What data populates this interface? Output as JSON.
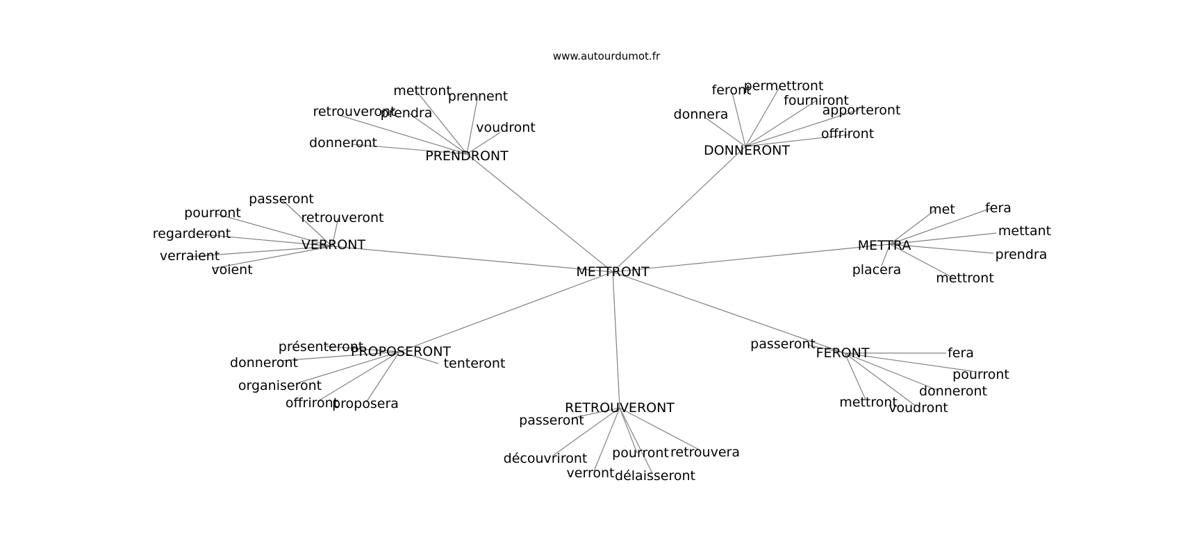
{
  "header": {
    "site": "www.autourdumot.fr"
  },
  "center": {
    "label": "METTRONT"
  },
  "hubs": [
    {
      "label": "PRENDRONT",
      "children": [
        "mettront",
        "prennent",
        "retrouveront",
        "prendra",
        "voudront",
        "donneront"
      ]
    },
    {
      "label": "DONNERONT",
      "children": [
        "feront",
        "permettront",
        "fourniront",
        "donnera",
        "apporteront",
        "offriront"
      ]
    },
    {
      "label": "VERRONT",
      "children": [
        "passeront",
        "pourront",
        "retrouveront",
        "regarderont",
        "verraient",
        "voient"
      ]
    },
    {
      "label": "METTRA",
      "children": [
        "met",
        "fera",
        "mettant",
        "prendra",
        "placera",
        "mettront"
      ]
    },
    {
      "label": "PROPOSERONT",
      "children": [
        "présenteront",
        "donneront",
        "tenteront",
        "organiseront",
        "offriront",
        "proposera"
      ]
    },
    {
      "label": "FERONT",
      "children": [
        "passeront",
        "fera",
        "pourront",
        "donneront",
        "mettront",
        "voudront"
      ]
    },
    {
      "label": "RETROUVERONT",
      "children": [
        "passeront",
        "découvriront",
        "pourront",
        "retrouvera",
        "verront",
        "délaisseront"
      ]
    }
  ]
}
